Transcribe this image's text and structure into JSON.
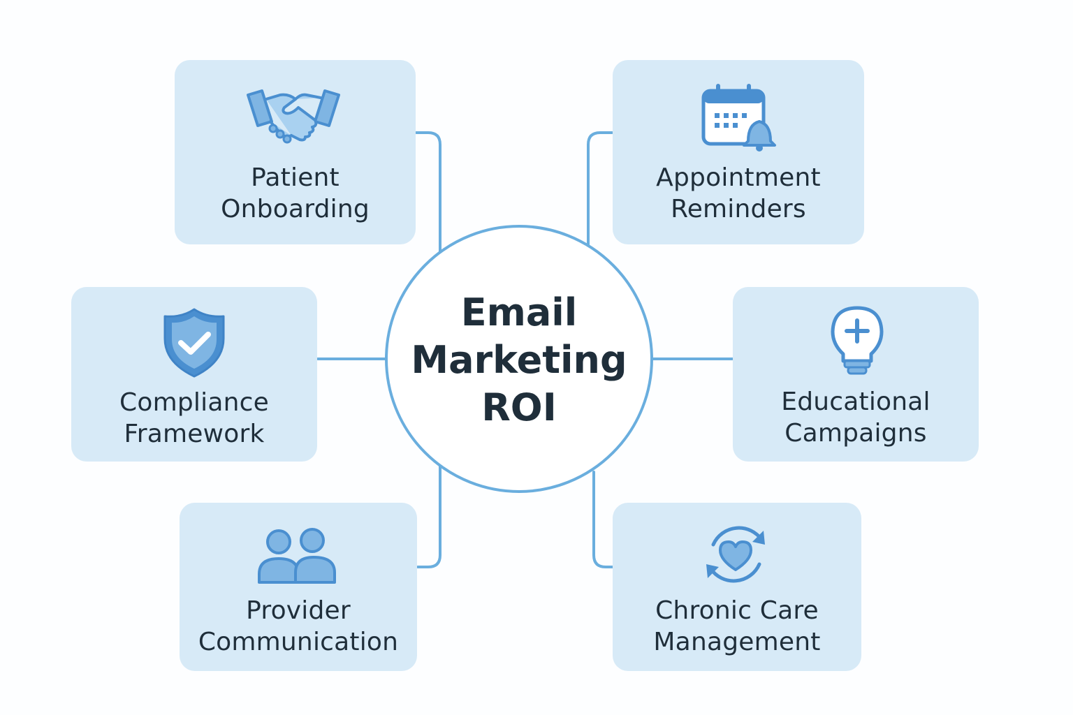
{
  "center": {
    "lines": [
      "Email",
      "Marketing",
      "ROI"
    ]
  },
  "nodes": [
    {
      "id": "patient-onboarding",
      "icon": "handshake-icon",
      "lines": [
        "Patient",
        "Onboarding"
      ]
    },
    {
      "id": "appointment-reminders",
      "icon": "calendar-bell-icon",
      "lines": [
        "Appointment",
        "Reminders"
      ]
    },
    {
      "id": "compliance-framework",
      "icon": "shield-check-icon",
      "lines": [
        "Compliance",
        "Framework"
      ]
    },
    {
      "id": "educational-campaigns",
      "icon": "lightbulb-plus-icon",
      "lines": [
        "Educational",
        "Campaigns"
      ]
    },
    {
      "id": "provider-communication",
      "icon": "people-icon",
      "lines": [
        "Provider",
        "Communication"
      ]
    },
    {
      "id": "chronic-care-management",
      "icon": "heart-cycle-icon",
      "lines": [
        "Chronic Care",
        "Management"
      ]
    }
  ],
  "colors": {
    "card": "#d7eaf7",
    "accent": "#4a8fd0",
    "connector": "#6aaede",
    "text": "#1f2e3a"
  }
}
